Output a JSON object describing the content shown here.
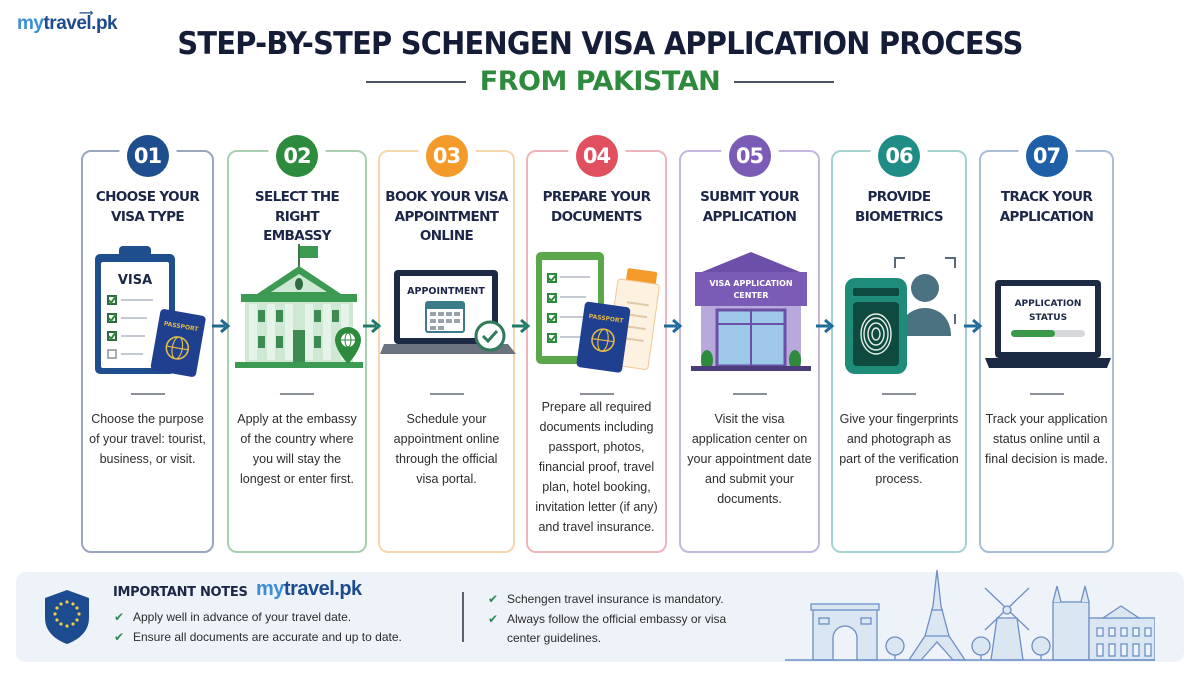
{
  "brand": {
    "my": "my",
    "rest": "travel.pk"
  },
  "header": {
    "title": "STEP-BY-STEP SCHENGEN VISA APPLICATION PROCESS",
    "subtitle": "FROM PAKISTAN"
  },
  "colors": {
    "title": "#141c38",
    "subtitle": "#2e8b3e",
    "brand_light": "#3a8fd8",
    "brand_dark": "#1d4b8f",
    "notes_bg": "#eef3f9"
  },
  "steps": [
    {
      "number": "01",
      "color": "#1f4e8f",
      "border": "#9aa6bd",
      "title_line1": "CHOOSE YOUR",
      "title_line2": "VISA TYPE",
      "title_line3": "",
      "illustration": "visa-clipboard-with-passport",
      "illustration_label": "VISA",
      "passport_label": "PASSPORT",
      "description": "Choose the purpose of your travel: tourist, business, or visit."
    },
    {
      "number": "02",
      "color": "#2e8b3e",
      "border": "#a9cfb1",
      "title_line1": "SELECT THE RIGHT",
      "title_line2": "EMBASSY",
      "title_line3": "",
      "illustration": "embassy-building-with-location-pin",
      "description": "Apply at the embassy of the country where you will stay the longest or enter first."
    },
    {
      "number": "03",
      "color": "#f39a2a",
      "border": "#f4d7ad",
      "title_line1": "BOOK YOUR VISA",
      "title_line2": "APPOINTMENT",
      "title_line3": "ONLINE",
      "illustration": "laptop-calendar-check",
      "illustration_label": "APPOINTMENT",
      "description": "Schedule your appointment online through the official visa portal."
    },
    {
      "number": "04",
      "color": "#e0505e",
      "border": "#efb5bc",
      "title_line1": "PREPARE YOUR",
      "title_line2": "DOCUMENTS",
      "title_line3": "",
      "illustration": "documents-checklist-passport",
      "passport_label": "PASSPORT",
      "description": "Prepare all required documents including passport, photos, financial proof, travel plan, hotel booking, invitation letter (if any) and travel insurance."
    },
    {
      "number": "05",
      "color": "#7a5bb5",
      "border": "#c5b8de",
      "title_line1": "SUBMIT YOUR",
      "title_line2": "APPLICATION",
      "title_line3": "",
      "illustration": "visa-application-center-building",
      "illustration_label": "VISA APPLICATION CENTER",
      "description": "Visit the visa application center on your appointment date and submit your documents."
    },
    {
      "number": "06",
      "color": "#1f8c86",
      "border": "#a6d3d0",
      "title_line1": "PROVIDE",
      "title_line2": "BIOMETRICS",
      "title_line3": "",
      "illustration": "fingerprint-scanner-face-id",
      "description": "Give your fingerprints and photograph as part of the verification process."
    },
    {
      "number": "07",
      "color": "#1f5fa8",
      "border": "#a9bdd6",
      "title_line1": "TRACK YOUR",
      "title_line2": "APPLICATION",
      "title_line3": "",
      "illustration": "laptop-application-status",
      "illustration_label": "APPLICATION STATUS",
      "progress_percent": 60,
      "description": "Track your application status online until a final decision is made."
    }
  ],
  "notes": {
    "title": "IMPORTANT NOTES",
    "icon": "eu-shield-icon",
    "items_left": [
      "Apply well in advance of your travel date.",
      "Ensure all documents are accurate and up to date."
    ],
    "items_right": [
      "Schengen travel insurance is mandatory.",
      "Always follow the official embassy or visa center guidelines."
    ],
    "check_icon": "✔",
    "skyline": "european-landmarks-skyline"
  }
}
